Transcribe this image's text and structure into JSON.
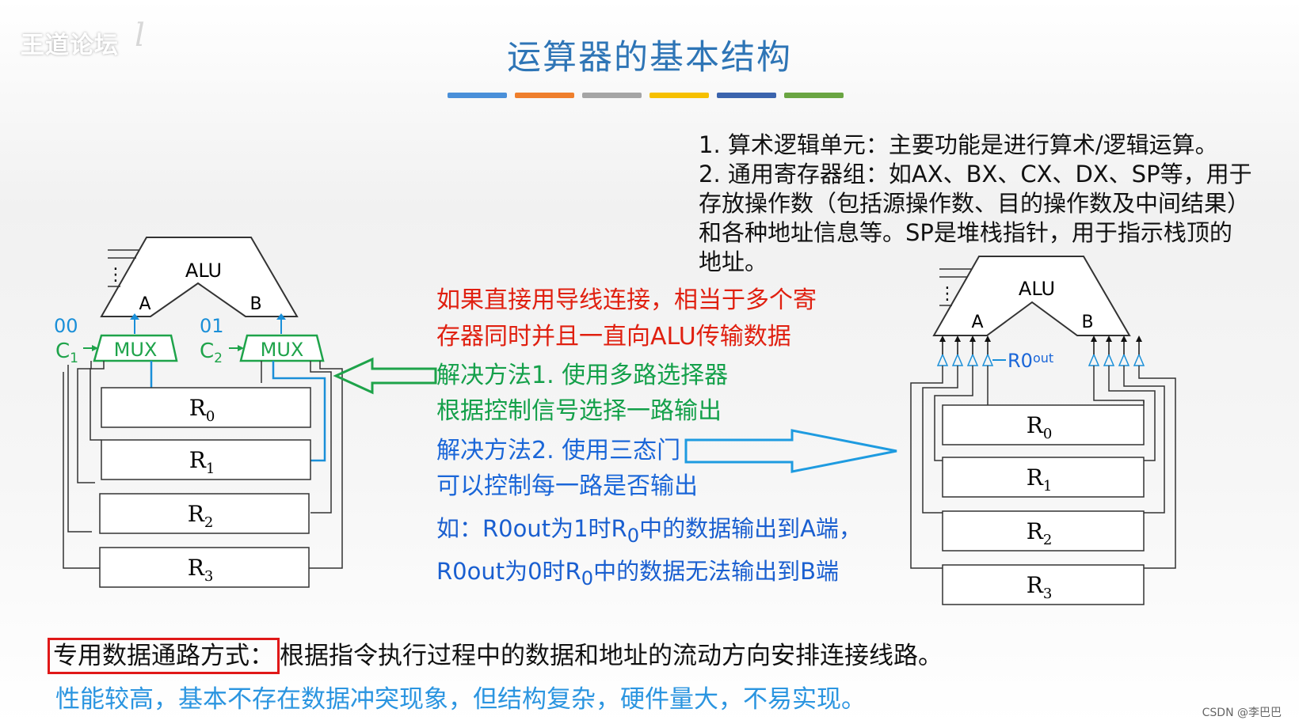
{
  "header": {
    "logo_text": "王道论坛",
    "title": "运算器的基本结构",
    "bar_colors": [
      "#4a90d9",
      "#ef7f2c",
      "#a5a5a5",
      "#f6c000",
      "#3b64ad",
      "#6aa542"
    ]
  },
  "description": {
    "line1": "1. 算术逻辑单元：主要功能是进行算术/逻辑运算。",
    "line2": "2. 通用寄存器组：如AX、BX、CX、DX、SP等，用于",
    "line3": "存放操作数（包括源操作数、目的操作数及中间结果）",
    "line4": "和各种地址信息等。SP是堆栈指针，用于指示栈顶的",
    "line5": "地址。"
  },
  "notes": {
    "problem_line1": "如果直接用导线连接，相当于多个寄",
    "problem_line2": "存器同时并且一直向ALU传输数据",
    "solution1_line1": "解决方法1. 使用多路选择器",
    "solution1_line2": "根据控制信号选择一路输出",
    "solution2_line1": "解决方法2. 使用三态门",
    "solution2_line2": "可以控制每一路是否输出",
    "example_line1_a": "如：R0out为1时R",
    "example_line1_sub": "0",
    "example_line1_b": "中的数据输出到A端，",
    "example_line2_a": "R0out为0时R",
    "example_line2_sub": "0",
    "example_line2_b": "中的数据无法输出到B端"
  },
  "left_diagram": {
    "alu_label": "ALU",
    "port_a": "A",
    "port_b": "B",
    "ellipsis": "⋮",
    "mux_label": "MUX",
    "code1": "00",
    "code2": "01",
    "ctrl1": "C",
    "ctrl1_sub": "1",
    "ctrl2": "C",
    "ctrl2_sub": "2",
    "registers": [
      {
        "name": "R",
        "sub": "0"
      },
      {
        "name": "R",
        "sub": "1"
      },
      {
        "name": "R",
        "sub": "2"
      },
      {
        "name": "R",
        "sub": "3"
      }
    ]
  },
  "right_diagram": {
    "alu_label": "ALU",
    "port_a": "A",
    "port_b": "B",
    "ellipsis": "⋮",
    "r0out": "R0",
    "r0out_sub": "out",
    "registers": [
      {
        "name": "R",
        "sub": "0"
      },
      {
        "name": "R",
        "sub": "1"
      },
      {
        "name": "R",
        "sub": "2"
      },
      {
        "name": "R",
        "sub": "3"
      }
    ]
  },
  "bottom": {
    "boxed_label": "专用数据通路方式：",
    "rest": "根据指令执行过程中的数据和地址的流动方向安排连接线路。",
    "summary": "性能较高，基本不存在数据冲突现象，但结构复杂，硬件量大，不易实现。"
  },
  "watermark": "CSDN @李巴巴"
}
